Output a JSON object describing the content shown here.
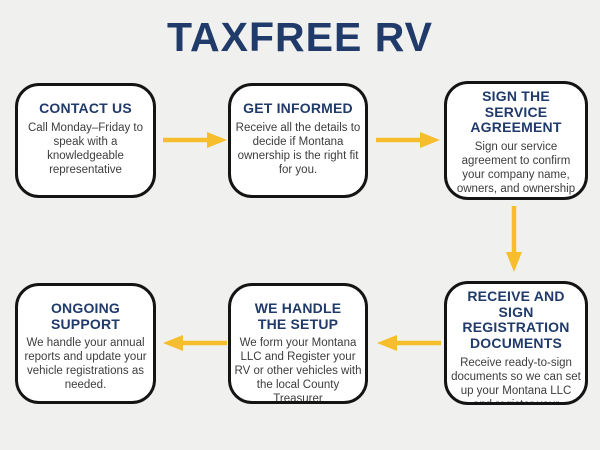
{
  "title": "TAXFREE RV",
  "colors": {
    "background": "#f0f0ee",
    "box_background": "#ffffff",
    "box_border": "#141414",
    "heading": "#203a6a",
    "body_text": "#3d3d3d",
    "arrow": "#f6be2c"
  },
  "flow": {
    "steps": [
      {
        "heading": "CONTACT US",
        "body": "Call Monday–Friday to speak with a knowledgeable representative"
      },
      {
        "heading": "GET INFORMED",
        "body": "Receive all the details to decide if Montana ownership is the right fit for you."
      },
      {
        "heading": "SIGN THE SERVICE AGREEMENT",
        "body": "Sign our service agreement to confirm your company name, owners, and ownership percentages"
      },
      {
        "heading": "RECEIVE AND SIGN REGISTRATION DOCUMENTS",
        "body": "Receive ready-to-sign documents so we can set up your Montana LLC and register your vehicle(s)"
      },
      {
        "heading": "WE HANDLE THE SETUP",
        "body": "We form your Montana LLC and Register your RV or other vehicles with the local County Treasurer"
      },
      {
        "heading": "ONGOING SUPPORT",
        "body": "We handle your annual reports and update your vehicle registrations as needed."
      }
    ]
  }
}
